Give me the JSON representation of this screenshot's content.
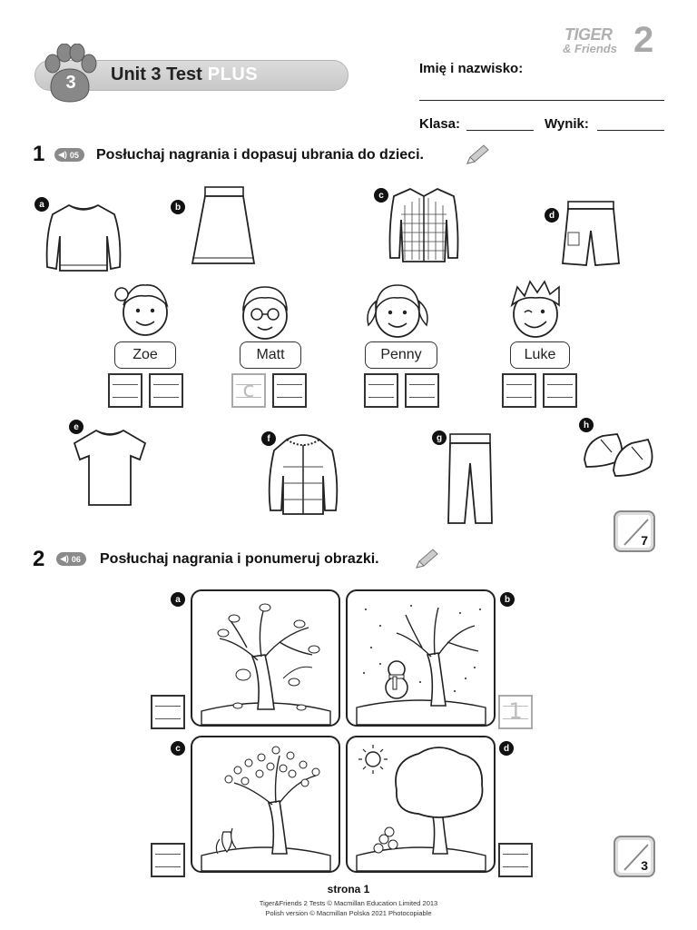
{
  "header": {
    "unit_number": "3",
    "unit_title": "Unit 3 Test",
    "unit_badge": "PLUS",
    "logo_line1": "TIGER",
    "logo_line2": "& Friends",
    "logo_number": "2",
    "name_label": "Imię i nazwisko:",
    "class_label": "Klasa:",
    "score_label": "Wynik:"
  },
  "exercise1": {
    "number": "1",
    "audio_track": "05",
    "instruction": "Posłuchaj nagrania i dopasuj ubrania do dzieci.",
    "clothes_top": [
      {
        "letter": "a",
        "item": "jumper-icon"
      },
      {
        "letter": "b",
        "item": "skirt-icon"
      },
      {
        "letter": "c",
        "item": "shirt-icon"
      },
      {
        "letter": "d",
        "item": "shorts-icon"
      }
    ],
    "children": [
      {
        "name": "Zoe",
        "answers": [
          "",
          ""
        ]
      },
      {
        "name": "Matt",
        "answers": [
          "c",
          ""
        ]
      },
      {
        "name": "Penny",
        "answers": [
          "",
          ""
        ]
      },
      {
        "name": "Luke",
        "answers": [
          "",
          ""
        ]
      }
    ],
    "clothes_bottom": [
      {
        "letter": "e",
        "item": "t-shirt-icon"
      },
      {
        "letter": "f",
        "item": "jacket-icon"
      },
      {
        "letter": "g",
        "item": "trousers-icon"
      },
      {
        "letter": "h",
        "item": "shoes-icon"
      }
    ],
    "score_max": "7"
  },
  "exercise2": {
    "number": "2",
    "audio_track": "06",
    "instruction": "Posłuchaj nagrania i ponumeruj obrazki.",
    "pictures": [
      {
        "letter": "a",
        "season": "autumn-tree-icon",
        "answer": ""
      },
      {
        "letter": "b",
        "season": "winter-tree-icon",
        "answer": "1"
      },
      {
        "letter": "c",
        "season": "spring-tree-icon",
        "answer": ""
      },
      {
        "letter": "d",
        "season": "summer-tree-icon",
        "answer": ""
      }
    ],
    "score_max": "3"
  },
  "footer": {
    "page": "strona 1",
    "copyright1": "Tiger&Friends 2 Tests © Macmillan Education Limited 2013",
    "copyright2": "Polish version © Macmillan Polska 2021 Photocopiable"
  }
}
